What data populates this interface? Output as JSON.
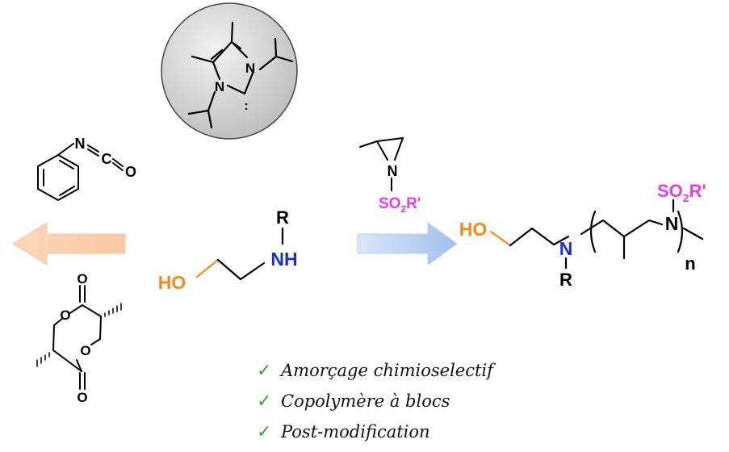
{
  "colors": {
    "hydroxyl": "#f08a1a",
    "nitrogen": "#1a2fd0",
    "sulfonyl": "#e23ee2",
    "bond": "#000000",
    "check": "#3aa63a",
    "arrow_left_fill": "#fbd8bd",
    "arrow_right_fill": "#c9dcf7",
    "catalyst_circle": "#d6d6d6"
  },
  "catalyst": {
    "atoms": [
      "N",
      "N"
    ],
    "lone_pair": ":"
  },
  "isocyanate": {
    "n": "N",
    "c": "C",
    "o": "O"
  },
  "lactide": {
    "o_top": "O",
    "o_ring1": "O",
    "o_ring2": "O",
    "o_bottom": "O"
  },
  "aziridine": {
    "n": "N",
    "sub": "SO",
    "sub2": "2",
    "sub3": "R'"
  },
  "initiator": {
    "r": "R",
    "nh": "NH",
    "ho": "HO"
  },
  "polymer": {
    "ho": "HO",
    "n_main": "N",
    "r": "R",
    "n_side": "N",
    "sub": "SO",
    "sub2": "2",
    "sub3": "R'",
    "repeat": "n"
  },
  "checklist": [
    {
      "icon": "check-icon",
      "label": "Amorçage chimioselectif"
    },
    {
      "icon": "check-icon",
      "label": "Copolymère à blocs"
    },
    {
      "icon": "check-icon",
      "label": "Post-modification"
    }
  ]
}
